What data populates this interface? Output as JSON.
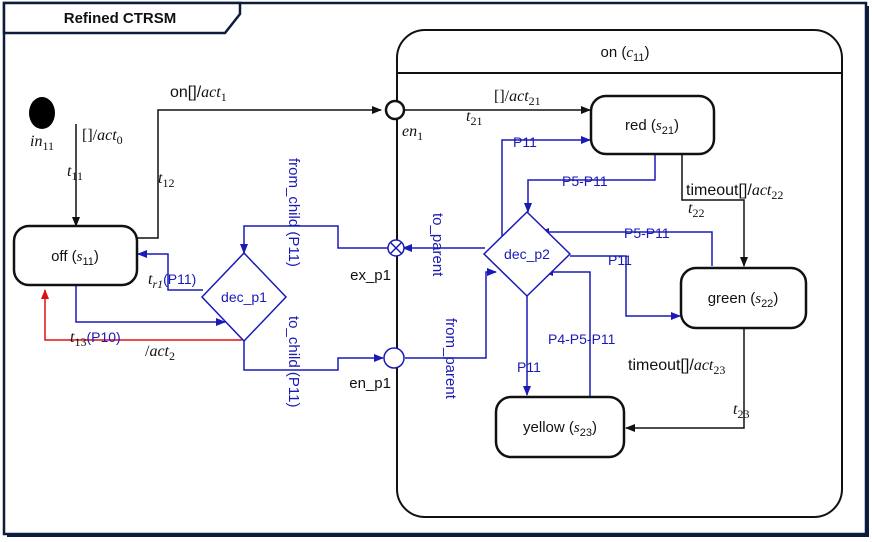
{
  "frame": {
    "title": "Refined CTRSM"
  },
  "composite": {
    "label_prefix": "on (",
    "label_var": "c",
    "label_sub": "11",
    "label_suffix": ")"
  },
  "states": {
    "off": {
      "name": "off (",
      "var": "s",
      "sub": "11",
      "close": ")"
    },
    "red": {
      "name": "red (",
      "var": "s",
      "sub": "21",
      "close": ")"
    },
    "green": {
      "name": "green (",
      "var": "s",
      "sub": "22",
      "close": ")"
    },
    "yellow": {
      "name": "yellow (",
      "var": "s",
      "sub": "23",
      "close": ")"
    }
  },
  "pseudostates": {
    "initial": {
      "var": "in",
      "sub": "11"
    },
    "entry": {
      "var": "en",
      "sub": "1"
    },
    "ex_p1": {
      "label": "ex_p1"
    },
    "en_p1": {
      "label": "en_p1"
    }
  },
  "decisions": {
    "dec_p1": {
      "label": "dec_p1"
    },
    "dec_p2": {
      "label": "dec_p2"
    }
  },
  "transitions": {
    "t11": {
      "var": "t",
      "sub": "11",
      "guard": "[]/",
      "action_var": "act",
      "action_sub": "0"
    },
    "t12": {
      "var": "t",
      "sub": "12",
      "trigger": "on[]/",
      "action_var": "act",
      "action_sub": "1"
    },
    "t21": {
      "var": "t",
      "sub": "21",
      "guard": "[]/",
      "action_var": "act",
      "action_sub": "21"
    },
    "t22": {
      "var": "t",
      "sub": "22",
      "trigger": "timeout[]/",
      "action_var": "act",
      "action_sub": "22"
    },
    "t23": {
      "var": "t",
      "sub": "23",
      "trigger": "timeout[]/",
      "action_var": "act",
      "action_sub": "23"
    },
    "t13": {
      "var": "t",
      "sub": "13",
      "guard": "(P10)",
      "action": "/",
      "action_var": "act",
      "action_sub": "2"
    },
    "tr1": {
      "var": "t",
      "sub": "r1",
      "guard": "(P11)"
    }
  },
  "blue_labels": {
    "from_child": "from_child (P11)",
    "to_child": "to_child (P11)",
    "to_parent": "to_parent",
    "from_parent": "from_parent",
    "p11_top": "P11",
    "p5p11_top": "P5-P11",
    "p5p11_right": "P5-P11",
    "p11_right": "P11",
    "p11_down": "P11",
    "p4p5p11": "P4-P5-P11"
  },
  "colors": {
    "frame": "#0d1b3d",
    "edge": "#111111",
    "blue": "#1a1ab8",
    "red": "#e01010"
  }
}
